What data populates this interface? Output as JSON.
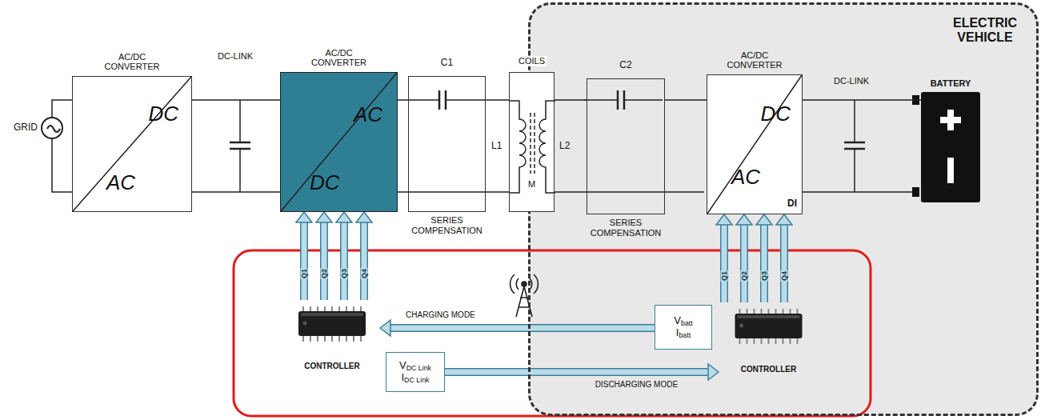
{
  "diagram": {
    "nodes": [
      {
        "text": [
          "GRID"
        ]
      },
      {
        "text": [
          "AC/DC CONVERTER",
          "DC",
          "AC"
        ]
      },
      {
        "text": [
          "AC/DC CONVERTER",
          "AC",
          "DC"
        ]
      },
      {
        "text": [
          "C1",
          "SERIES COMPENSATION"
        ]
      },
      {
        "text": [
          "COILS"
        ]
      },
      {
        "text": [
          "ELECTRIC VEHICLE"
        ]
      },
      {
        "text": [
          "C2",
          "SERIES COMPENSATION"
        ],
        "in": 5
      },
      {
        "text": [
          "AC/DC CONVERTER",
          "DC",
          "AC",
          "DI"
        ],
        "in": 5
      },
      {
        "text": [
          "BATTERY"
        ],
        "in": 5
      },
      {
        "text": [
          "CONTROLLER"
        ]
      },
      {
        "text": [
          "VDC Link",
          "IDC Link"
        ]
      },
      {
        "text": [
          "Vbatt",
          "Ibatt"
        ],
        "in": 5
      },
      {
        "text": [
          "CONTROLLER"
        ],
        "in": 5
      }
    ],
    "edges": [
      {
        "from": 0,
        "to": 1,
        "arrow": "none"
      },
      {
        "from": 1,
        "to": 2,
        "arrow": "none"
      },
      {
        "from": 2,
        "to": 3,
        "arrow": "none"
      },
      {
        "from": 3,
        "to": 4,
        "arrow": "none"
      },
      {
        "from": 4,
        "to": 6,
        "arrow": "none"
      },
      {
        "from": 6,
        "to": 7,
        "arrow": "none"
      },
      {
        "from": 7,
        "to": 8,
        "arrow": "none"
      },
      {
        "from": 9,
        "to": 2,
        "label": "Q1",
        "arrow": "to"
      },
      {
        "from": 9,
        "to": 2,
        "label": "Q2",
        "arrow": "to"
      },
      {
        "from": 9,
        "to": 2,
        "label": "Q3",
        "arrow": "to"
      },
      {
        "from": 9,
        "to": 2,
        "label": "Q4",
        "arrow": "to"
      },
      {
        "from": 12,
        "to": 7,
        "label": "Q1",
        "arrow": "to"
      },
      {
        "from": 12,
        "to": 7,
        "label": "Q2",
        "arrow": "to"
      },
      {
        "from": 12,
        "to": 7,
        "label": "Q3",
        "arrow": "to"
      },
      {
        "from": 12,
        "to": 7,
        "label": "Q4",
        "arrow": "to"
      },
      {
        "from": 11,
        "to": 9,
        "label": "CHARGING MODE",
        "arrow": "to"
      },
      {
        "from": 10,
        "to": 12,
        "label": "DISCHARGING MODE",
        "arrow": "to"
      }
    ],
    "labels": [
      "DC-LINK",
      "L1",
      "L2",
      "M",
      "DC-LINK"
    ]
  }
}
